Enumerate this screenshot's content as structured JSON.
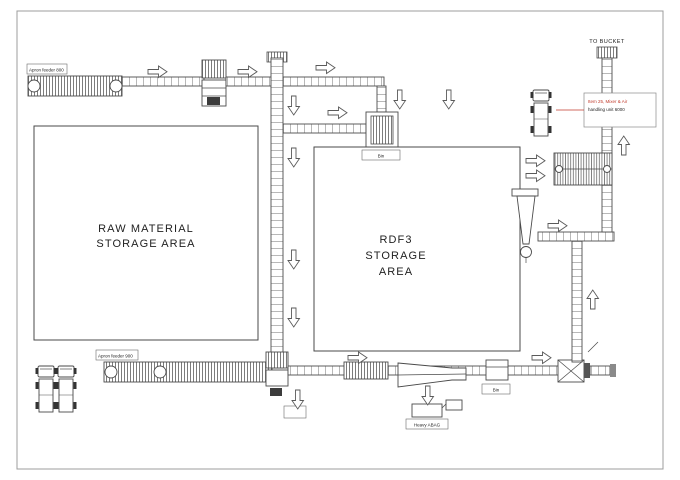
{
  "diagram": {
    "areas": {
      "raw_material": {
        "line1": "RAW MATERIAL",
        "line2": "STORAGE AREA"
      },
      "rdf3": {
        "line1": "RDF3",
        "line2": "STORAGE",
        "line3": "AREA"
      }
    },
    "labels": {
      "to_bucket": "TO BUCKET",
      "feeder_top": "Apron feeder 800",
      "feeder_bottom": "Apron feeder 900",
      "bin_top": "Bin",
      "bin_bottom": "Bin",
      "heavy_abag": "Heavy ABAG",
      "annotation_line1": "Item 25, Mixer & Air",
      "annotation_line2": "handling unit 6000"
    },
    "colors": {
      "line": "#4d4d4d",
      "tick": "#9a9a9a",
      "text": "#1f1f1f",
      "accent_red": "#c03a2b",
      "frame": "#9c9c9c",
      "background": "#ffffff"
    }
  }
}
